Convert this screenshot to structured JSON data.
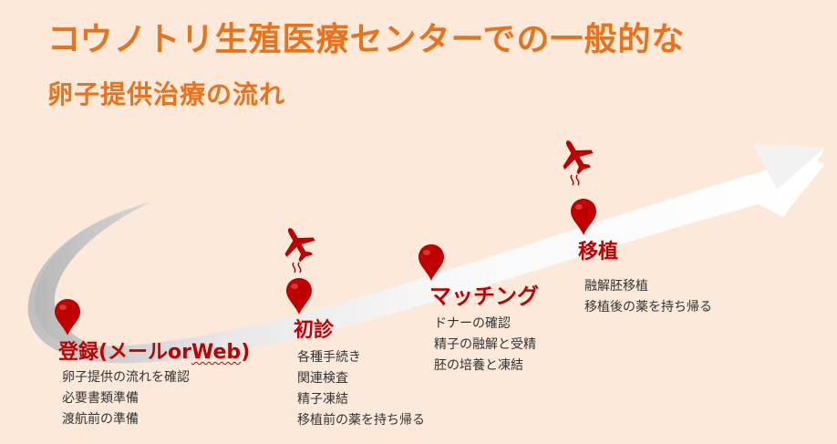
{
  "title": {
    "line1": "コウノトリ生殖医療センターでの一般的な",
    "line2": "卵子提供治療の流れ"
  },
  "colors": {
    "background": "#FDE9DA",
    "title": "#E8731A",
    "accent": "#C00000",
    "text": "#333333"
  },
  "icons": [
    "map-pin-icon",
    "airplane-icon"
  ],
  "steps": [
    {
      "title_main": "登録(メールor",
      "title_underlined": "Web",
      "title_end": ")",
      "items": [
        "卵子提供の流れを確認",
        "必要書類準備",
        "渡航前の準備"
      ]
    },
    {
      "title": "初診",
      "items": [
        "各種手続き",
        "関連検査",
        "精子凍結",
        "移植前の薬を持ち帰る"
      ]
    },
    {
      "title": "マッチング",
      "items": [
        "ドナーの確認",
        "精子の融解と受精",
        "胚の培養と凍結"
      ]
    },
    {
      "title": "移植",
      "items": [
        "融解胚移植",
        "移植後の薬を持ち帰る"
      ]
    }
  ]
}
